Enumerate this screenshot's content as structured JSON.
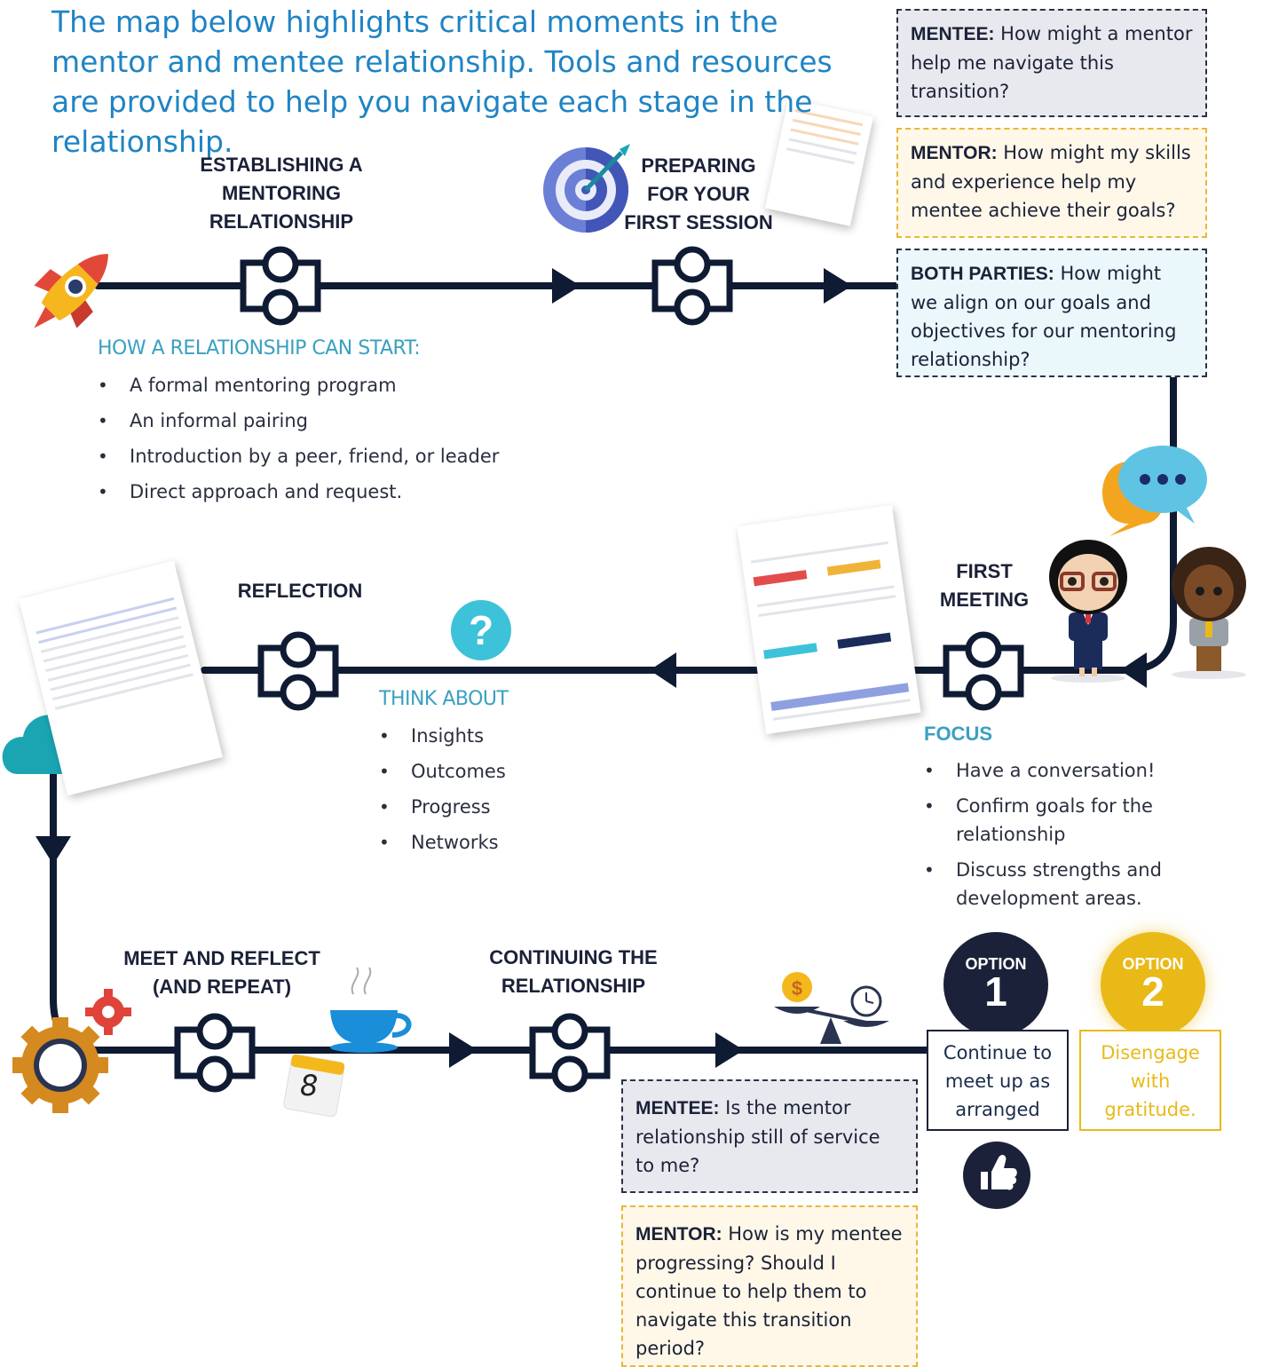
{
  "intro": "The map below highlights critical moments in the mentor and mentee relationship. Tools and resources are provided to help you navigate each stage in the relationship.",
  "stages": {
    "establishing": [
      "ESTABLISHING A",
      "MENTORING",
      "RELATIONSHIP"
    ],
    "preparing": [
      "PREPARING",
      "FOR YOUR",
      "FIRST SESSION"
    ],
    "first_meeting": [
      "FIRST",
      "MEETING"
    ],
    "reflection": [
      "REFLECTION"
    ],
    "meet_reflect": [
      "MEET AND REFLECT",
      "(AND REPEAT)"
    ],
    "continuing": [
      "CONTINUING THE",
      "RELATIONSHIP"
    ]
  },
  "start": {
    "heading": "HOW A RELATIONSHIP CAN START:",
    "items": [
      "A formal mentoring program",
      "An informal pairing",
      "Introduction by a peer, friend, or leader",
      "Direct approach and request."
    ]
  },
  "think": {
    "heading": "THINK ABOUT",
    "items": [
      "Insights",
      "Outcomes",
      "Progress",
      "Networks"
    ]
  },
  "focus": {
    "heading": "FOCUS",
    "items": [
      "Have a conversation!",
      "Confirm goals for the relationship",
      "Discuss strengths and development areas."
    ]
  },
  "top_questions": {
    "mentee": {
      "role": "MENTEE:",
      "text": " How might a mentor help me  navigate this transition?"
    },
    "mentor": {
      "role": "MENTOR:",
      "text": " How might my skills and experience help my mentee achieve their goals?"
    },
    "both": {
      "role": "BOTH PARTIES:",
      "text": " How might we align on our goals and objectives for our mentoring relationship?"
    }
  },
  "bottom_questions": {
    "mentee": {
      "role": "MENTEE:",
      "text": " Is the mentor relationship still of service to me?"
    },
    "mentor": {
      "role": "MENTOR:",
      "text": " How is my mentee progressing? Should I continue to help them to navigate this transition period?"
    }
  },
  "options": [
    {
      "label": "OPTION",
      "number": "1",
      "text": "Continue to meet up as arranged",
      "color": "#1b2138"
    },
    {
      "label": "OPTION",
      "number": "2",
      "text": "Disengage with gratitude.",
      "color": "#e9b918"
    }
  ],
  "calendar_day": "8",
  "colors": {
    "line": "#0f1a33",
    "accent_blue": "#1f84c4",
    "teal": "#3aa0c0",
    "gold": "#e9b918"
  }
}
